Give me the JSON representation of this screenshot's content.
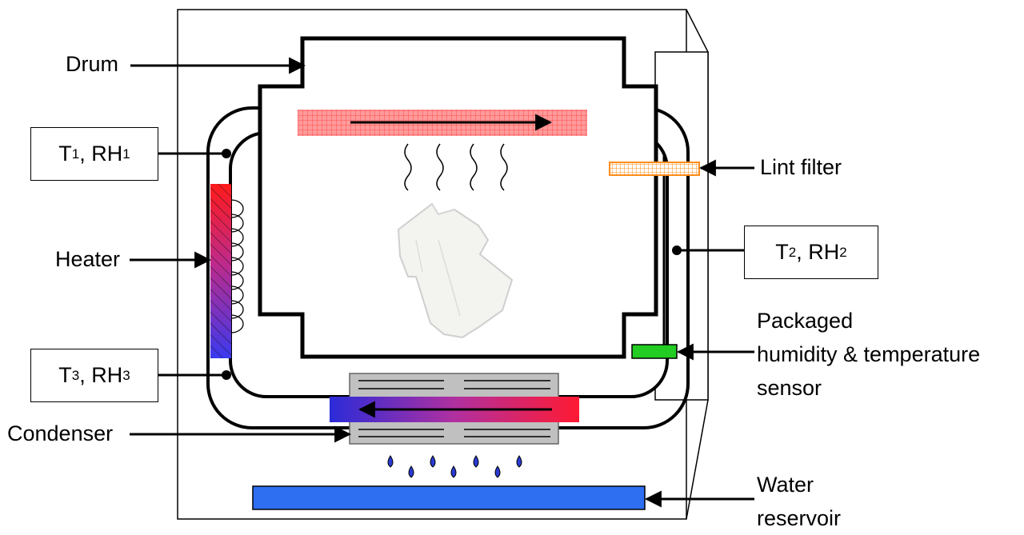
{
  "labels": {
    "drum": "Drum",
    "heater": "Heater",
    "condenser": "Condenser",
    "lint_filter": "Lint filter",
    "sensor_line1": "Packaged",
    "sensor_line2": "humidity & temperature",
    "sensor_line3": "sensor",
    "water_line1": "Water",
    "water_line2": "reservoir"
  },
  "sensor_boxes": {
    "s1": {
      "t": "T",
      "t_sub": "1",
      "sep": ", RH",
      "rh_sub": "1"
    },
    "s2": {
      "t": "T",
      "t_sub": "2",
      "sep": ", RH",
      "rh_sub": "2"
    },
    "s3": {
      "t": "T",
      "t_sub": "3",
      "sep": ", RH",
      "rh_sub": "3"
    }
  },
  "colors": {
    "hot": "#ff1a33",
    "cold": "#2b2bd8",
    "heater_top": "#ff1a1a",
    "heater_bottom": "#3a3af0",
    "lint_filter": "#ff8c1a",
    "sensor": "#22cc22",
    "water": "#2e6ef0",
    "condenser_fins": "#c0c0c0",
    "drops": "#2b3ad0"
  }
}
